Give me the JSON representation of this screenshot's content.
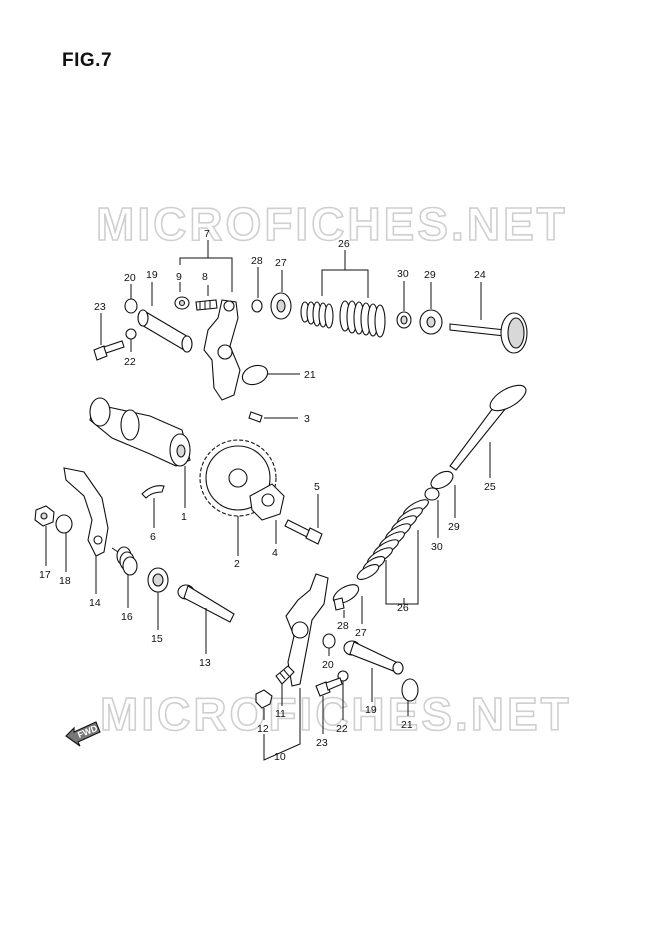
{
  "figure": {
    "title": "FIG.7"
  },
  "watermark": {
    "text": "MICROFICHES.NET"
  },
  "forward_marker": {
    "text": "FWD"
  },
  "callouts": {
    "c1": "1",
    "c2": "2",
    "c3": "3",
    "c4": "4",
    "c5": "5",
    "c6": "6",
    "c7": "7",
    "c8": "8",
    "c9": "9",
    "c10": "10",
    "c11": "11",
    "c12": "12",
    "c13": "13",
    "c14": "14",
    "c15": "15",
    "c16": "16",
    "c17": "17",
    "c18": "18",
    "c19": "19",
    "c20": "20",
    "c21": "21",
    "c22": "22",
    "c23": "23",
    "c24": "24",
    "c25": "25",
    "c26": "26",
    "c27": "27",
    "c28": "28",
    "c29": "29",
    "c30": "30"
  }
}
